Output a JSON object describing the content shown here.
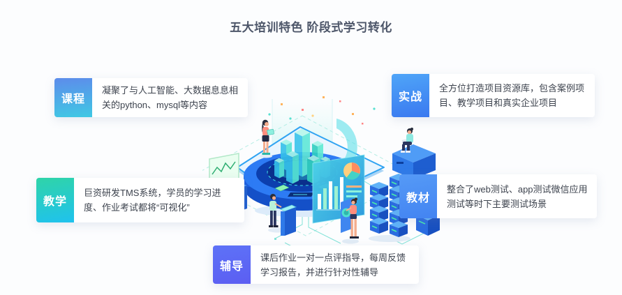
{
  "page": {
    "title": "五大培训特色 阶段式学习转化",
    "background_color": "#fcfdfe",
    "title_color": "#4d5669"
  },
  "features": [
    {
      "label": "课程",
      "text": "凝聚了与人工智能、大数据息息相关的python、mysql等内容",
      "badge_colors": [
        "#5d8ceb",
        "#40c8e4"
      ],
      "position": "top-left"
    },
    {
      "label": "实战",
      "text": "全方位打造项目资源库，包含案例项目、教学项目和真实企业项目",
      "badge_colors": [
        "#4fa5f8",
        "#3a79f0"
      ],
      "position": "top-right"
    },
    {
      "label": "教学",
      "text": "巨资研发TMS系统，学员的学习进度、作业考试都将“可视化”",
      "badge_colors": [
        "#2fd4a8",
        "#1fc2ee"
      ],
      "position": "middle-left"
    },
    {
      "label": "教材",
      "text": "整合了web测试、app测试微信应用测试等时下主要测试场景",
      "badge_colors": [
        "#559af6",
        "#4384f2"
      ],
      "position": "middle-right"
    },
    {
      "label": "辅导",
      "text": "课后作业一对一点评指导，每周反馈学习报告，并进行针对性辅导",
      "badge_colors": [
        "#5d72f7",
        "#5c5ef2"
      ],
      "position": "bottom-center"
    }
  ],
  "illustration": {
    "name": "isometric-data-platform-illustration",
    "accent_blue": "#2f7ae8",
    "accent_cyan": "#4fd8c8"
  }
}
